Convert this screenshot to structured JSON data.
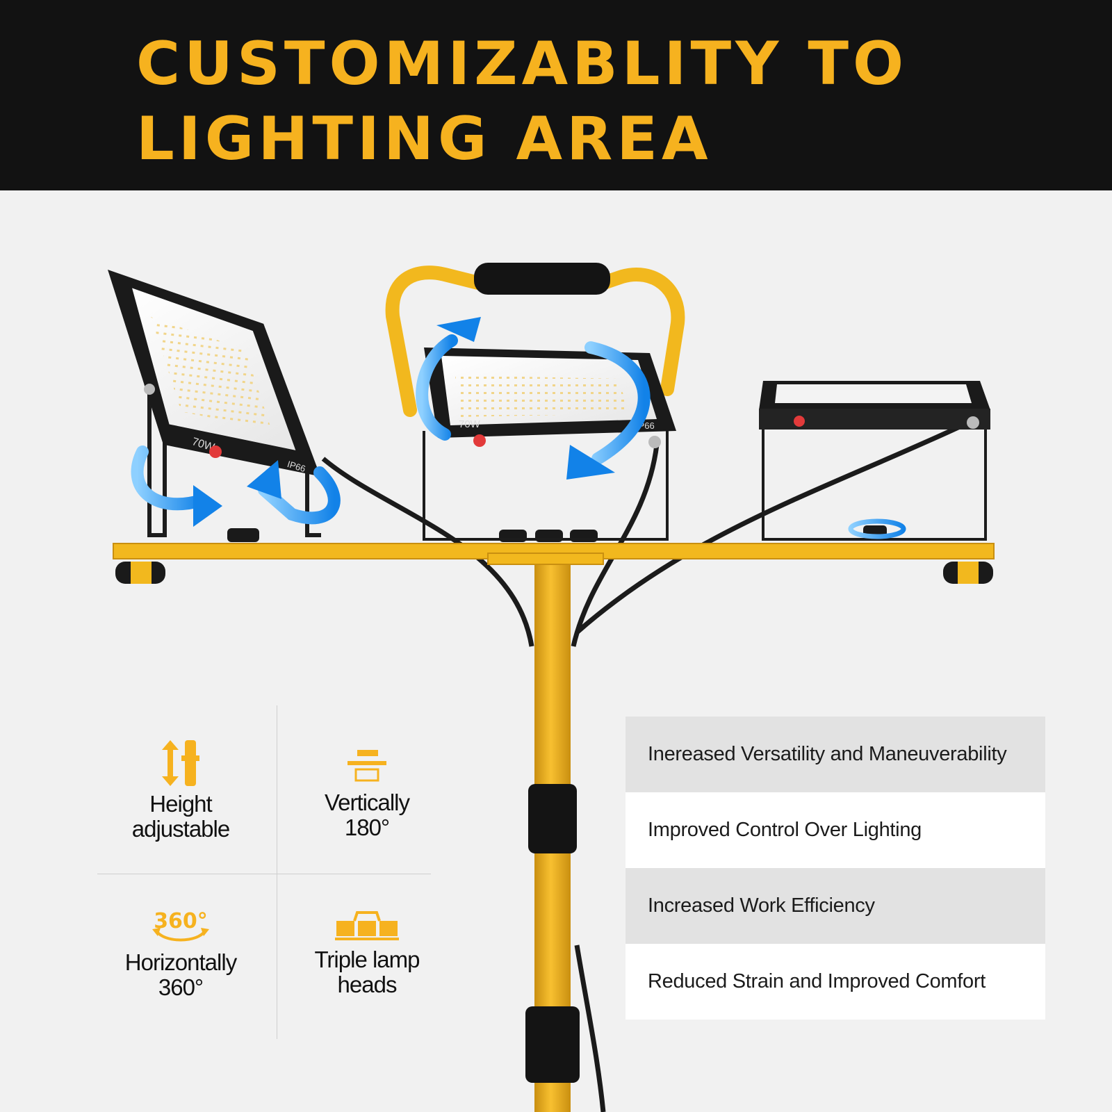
{
  "header": {
    "title": "CUSTOMIZABLITY TO\nLIGHTING AREA"
  },
  "lamps": [
    {
      "wattage": "70W",
      "rating": "IP66"
    },
    {
      "wattage": "70W",
      "rating": "IP66"
    },
    {
      "wattage": "",
      "rating": ""
    }
  ],
  "features": [
    {
      "icon": "height-adjust-icon",
      "label": "Height\nadjustable"
    },
    {
      "icon": "vertical-180-icon",
      "label": "Vertically\n180°"
    },
    {
      "icon": "horizontal-360-icon",
      "icon_text": "360°",
      "label": "Horizontally\n360°"
    },
    {
      "icon": "triple-lamp-icon",
      "label": "Triple lamp\nheads"
    }
  ],
  "benefits": [
    "Inereased Versatility and Maneuverability",
    "Improved Control Over Lighting",
    "Increased Work Efficiency",
    "Reduced Strain and Improved Comfort"
  ],
  "colors": {
    "accent_yellow": "#f6b21f",
    "banner_bg": "#121212",
    "arrow_blue": "#1a8ee8",
    "background": "#f1f1f1"
  }
}
